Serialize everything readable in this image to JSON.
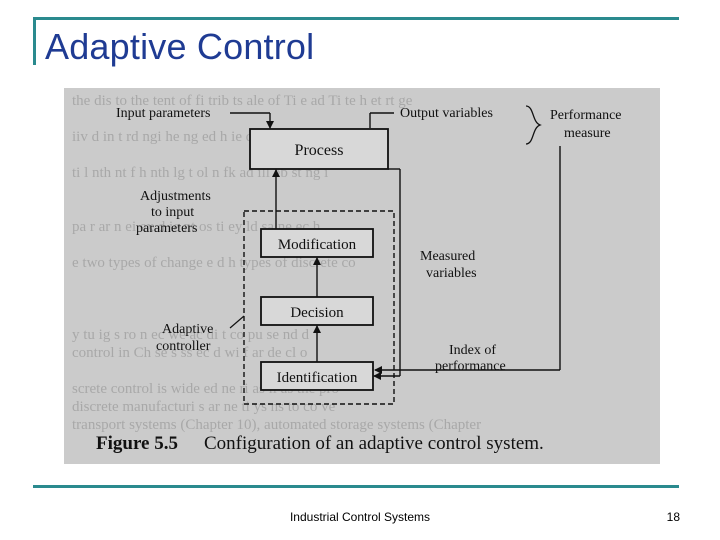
{
  "slide": {
    "title": "Adaptive Control",
    "footer": "Industrial Control Systems",
    "page_number": "18"
  },
  "figure": {
    "labels": {
      "input_parameters": "Input parameters",
      "output_variables": "Output variables",
      "performance_measure_1": "Performance",
      "performance_measure_2": "measure",
      "process": "Process",
      "adjustments_1": "Adjustments",
      "adjustments_2": "to input",
      "adjustments_3": "parameters",
      "modification": "Modification",
      "measured_1": "Measured",
      "measured_2": "variables",
      "decision": "Decision",
      "adaptive_1": "Adaptive",
      "adaptive_2": "controller",
      "index_1": "Index of",
      "index_2": "performance",
      "identification": "Identification"
    },
    "caption_number": "Figure 5.5",
    "caption_text": "Configuration of an adaptive control system."
  },
  "colors": {
    "accent_rule": "#2a8a8e",
    "title": "#1f3b93",
    "figure_background": "#cbcbcb"
  }
}
